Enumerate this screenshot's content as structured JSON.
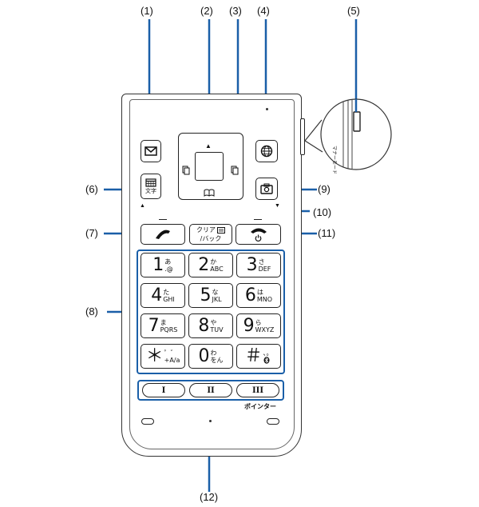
{
  "callouts": {
    "c1": "(1)",
    "c2": "(2)",
    "c3": "(3)",
    "c4": "(4)",
    "c5": "(5)",
    "c6": "(6)",
    "c7": "(7)",
    "c8": "(8)",
    "c9": "(9)",
    "c10": "(10)",
    "c11": "(11)",
    "c12": "(12)"
  },
  "keys": {
    "moji": "文字",
    "clear_line1": "クリア",
    "clear_line2": "/バック",
    "pointer": "ポインター",
    "side_text": "マナーモード"
  },
  "dialpad": [
    {
      "main": "1",
      "kana": "あ",
      "sub": ".@"
    },
    {
      "main": "2",
      "kana": "か",
      "sub": "ABC"
    },
    {
      "main": "3",
      "kana": "さ",
      "sub": "DEF"
    },
    {
      "main": "4",
      "kana": "た",
      "sub": "GHI"
    },
    {
      "main": "5",
      "kana": "な",
      "sub": "JKL"
    },
    {
      "main": "6",
      "kana": "は",
      "sub": "MNO"
    },
    {
      "main": "7",
      "kana": "ま",
      "sub": "PQRS"
    },
    {
      "main": "8",
      "kana": "や",
      "sub": "TUV"
    },
    {
      "main": "9",
      "kana": "ら",
      "sub": "WXYZ"
    },
    {
      "main": "＊",
      "kana": "゜゛",
      "sub": "+A/a"
    },
    {
      "main": "0",
      "kana": "わ",
      "sub": "をん"
    },
    {
      "main": "＃",
      "kana": "、。",
      "sub": ""
    }
  ],
  "soft_keys": [
    "I",
    "II",
    "III"
  ],
  "colors": {
    "highlight": "#1a5fa8",
    "line": "#1a5fa8",
    "outline": "#222222"
  }
}
